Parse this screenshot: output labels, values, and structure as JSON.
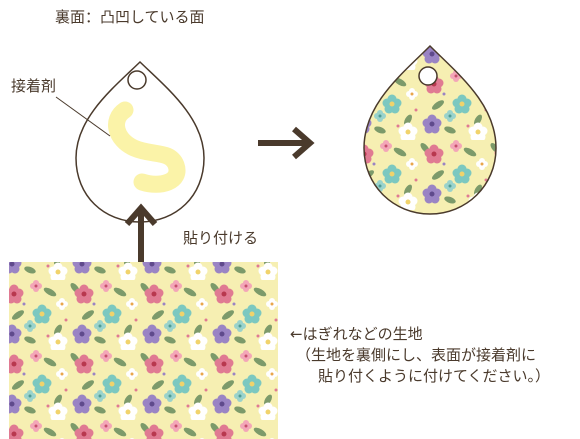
{
  "title": "裏面：凸凹している面",
  "glue_label": "接着剤",
  "paste_label": "貼り付ける",
  "fabric_note": "←はぎれなどの生地",
  "fabric_sub_line1": "（生地を裏側にし、表面が接着剤に",
  "fabric_sub_line2": "貼り付くように付けてください。）",
  "colors": {
    "outline": "#4a3a2c",
    "glue": "#fbf3a8",
    "fabric_bg": "#f6efb2",
    "arrow": "#4a3a2c"
  },
  "icons": {
    "arrow_right": "right-arrow-icon",
    "arrow_up": "up-arrow-icon"
  }
}
